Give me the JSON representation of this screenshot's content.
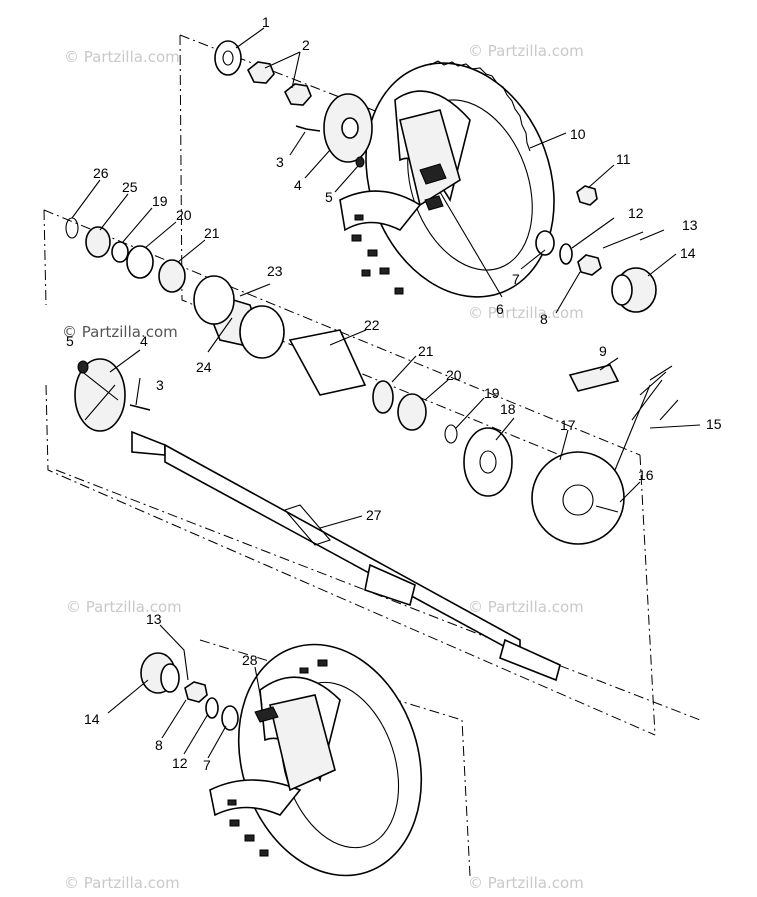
{
  "watermark": "© Partzilla.com",
  "watermark_dark": "© Partzilla.com",
  "callouts": {
    "c1": "1",
    "c2": "2",
    "c3": "3",
    "c4": "4",
    "c5": "5",
    "c6": "6",
    "c7": "7",
    "c8": "8",
    "c9": "9",
    "c10": "10",
    "c11": "11",
    "c12": "12",
    "c13": "13",
    "c14": "14",
    "c15": "15",
    "c16": "16",
    "c17": "17",
    "c18": "18",
    "c19": "19",
    "c20": "20",
    "c21": "21",
    "c22": "22",
    "c23": "23",
    "c24": "24",
    "c25": "25",
    "c26": "26",
    "c27": "27",
    "c28": "28"
  },
  "icons": {
    "wheel": "atv-tire-icon",
    "hub": "hub-flange-icon",
    "sprocket": "sprocket-icon"
  }
}
